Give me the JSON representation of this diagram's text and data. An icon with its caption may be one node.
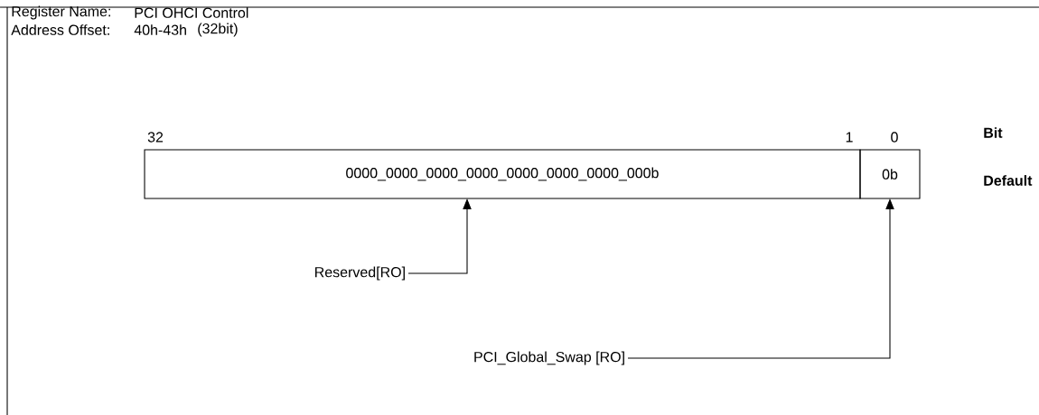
{
  "diagram": {
    "nodes": [
      {
        "text": [
          "0000_0000_0000_0000_0000_0000_0000_000b"
        ]
      },
      {
        "text": [
          "0b"
        ]
      },
      {
        "text": [
          "Reserved[RO]"
        ]
      },
      {
        "text": [
          "PCI_Global_Swap [RO]"
        ]
      }
    ],
    "edges": [
      {
        "from": 2,
        "to": 0,
        "arrow": "to"
      },
      {
        "from": 3,
        "to": 1,
        "arrow": "to"
      }
    ],
    "labels": [
      "Register Name:",
      "PCI OHCI Control",
      "Address Offset:",
      "40h-43h",
      "(32bit)",
      "32",
      "1",
      "0",
      "Bit",
      "Default"
    ]
  }
}
